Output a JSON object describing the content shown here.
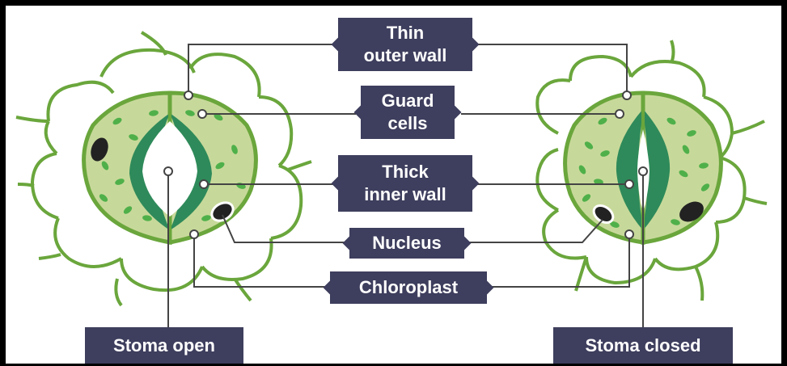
{
  "labels": {
    "thin_outer_wall": [
      "Thin",
      "outer wall"
    ],
    "guard_cells": [
      "Guard",
      "cells"
    ],
    "thick_inner_wall": [
      "Thick",
      "inner wall"
    ],
    "nucleus": "Nucleus",
    "chloroplast": "Chloroplast",
    "stoma_open": "Stoma open",
    "stoma_closed": "Stoma closed"
  },
  "colors": {
    "label_bg": "#3e3e5e",
    "outline_green": "#6aa63c",
    "guard_cell_fill": "#c7d99a",
    "chloroplast_green": "#4fb04a",
    "inner_wall_green": "#2e8a5a",
    "nucleus": "#222222"
  }
}
